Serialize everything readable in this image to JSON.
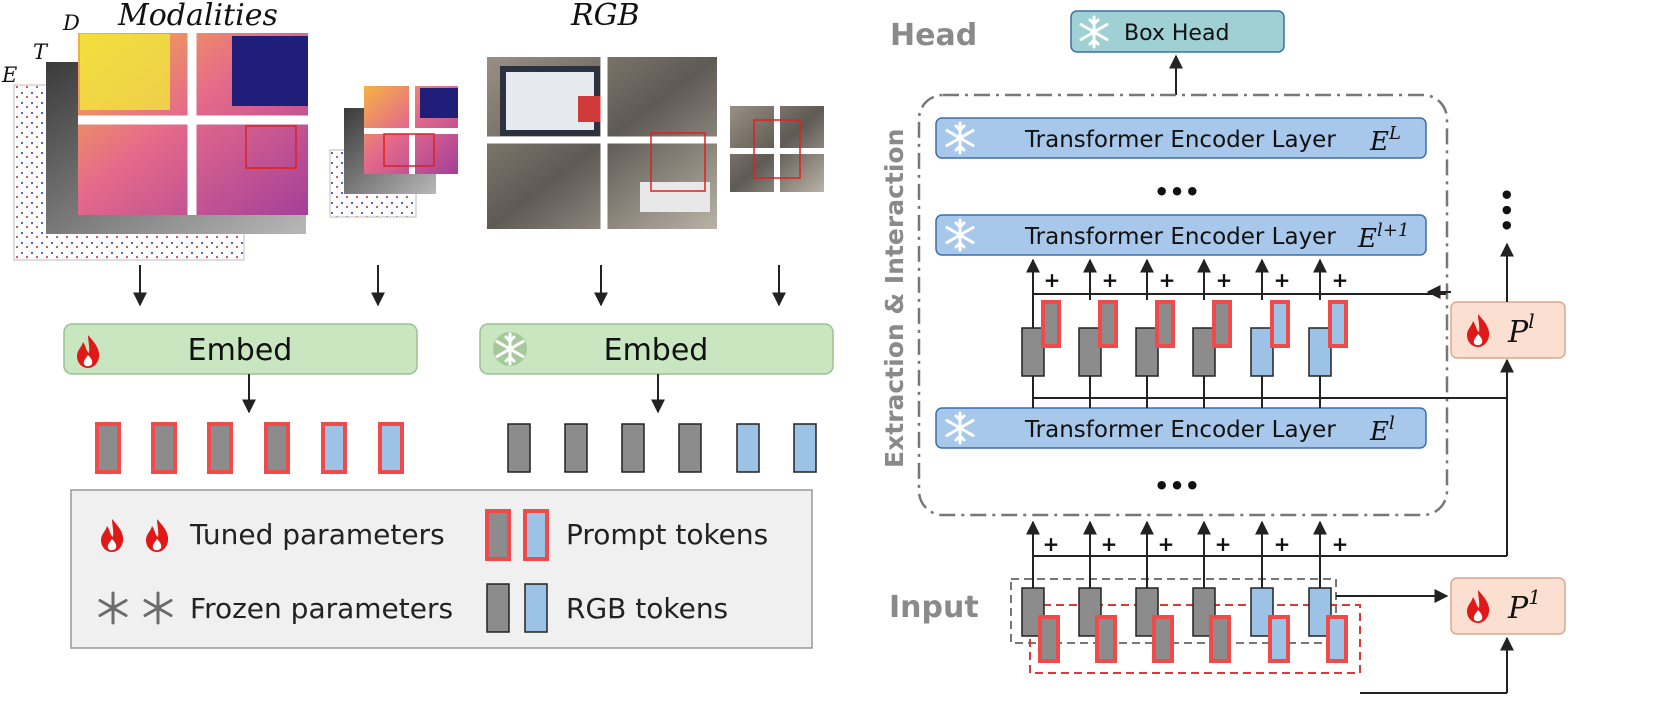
{
  "left": {
    "modalities_title": "Modalities",
    "rgb_title": "RGB",
    "modality_letters": [
      "E",
      "T",
      "D"
    ],
    "embed_tuned_label": "Embed",
    "embed_frozen_label": "Embed"
  },
  "legend": {
    "tuned_label": "Tuned parameters",
    "frozen_label": "Frozen parameters",
    "prompt_label": "Prompt tokens",
    "rgb_label": "RGB tokens"
  },
  "right": {
    "head_label": "Head",
    "input_label": "Input",
    "box_head_label": "Box Head",
    "side_label": "Extraction & Interaction",
    "encoder_label": "Transformer Encoder Layer",
    "encoder_top_base": "E",
    "encoder_top_sup": "L",
    "encoder_mid_base": "E",
    "encoder_mid_sup": "l+1",
    "encoder_low_base": "E",
    "encoder_low_sup": "l",
    "prompt_l_base": "P",
    "prompt_l_sup": "l",
    "prompt_1_base": "P",
    "prompt_1_sup": "1",
    "plus": "+",
    "ellipsis": "•••"
  },
  "colors": {
    "embed_green": "#c8e6c0",
    "encoder_blue": "#a7c8ea",
    "box_head_teal": "#9fd0d3",
    "prompt_red": "#f04b4b",
    "rgb_gray": "#8c8c8c",
    "rgb_blue": "#9cc3e6",
    "prompt_box_peach": "#fbe0d2",
    "flame_red": "#e01818"
  }
}
